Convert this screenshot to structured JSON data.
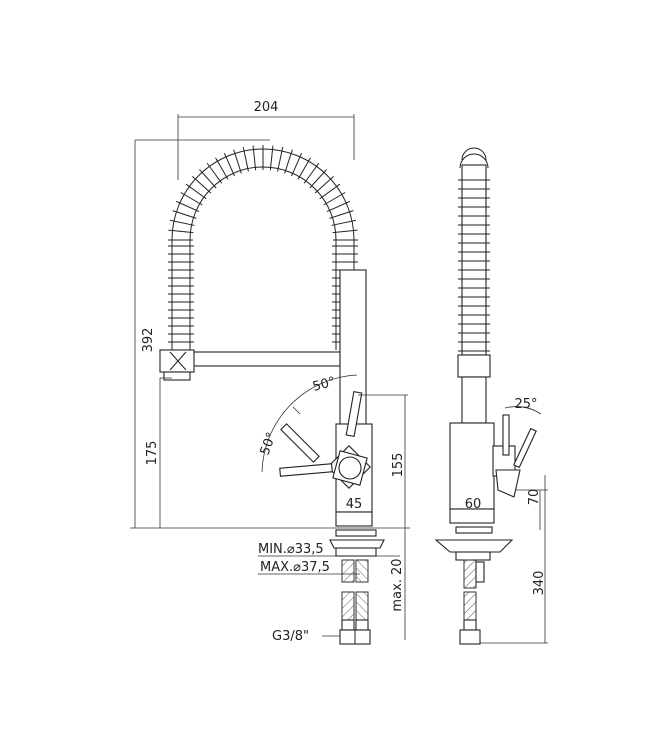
{
  "drawing": {
    "title": "Pull-out spring kitchen faucet technical drawing",
    "front_view": {
      "dimensions": {
        "width_spout": "204",
        "total_height": "392",
        "spout_height": "175",
        "body_height": "155",
        "body_width": "45",
        "handle_angle_top": "50°",
        "handle_angle_side": "50°",
        "min_hole": "MIN.⌀33,5",
        "max_hole": "MAX.⌀37,5",
        "max_deck": "max. 20",
        "connection": "G3/8\""
      }
    },
    "side_view": {
      "dimensions": {
        "handle_angle": "25°",
        "body_width": "60",
        "handle_height": "70",
        "hose_length": "340"
      }
    }
  }
}
